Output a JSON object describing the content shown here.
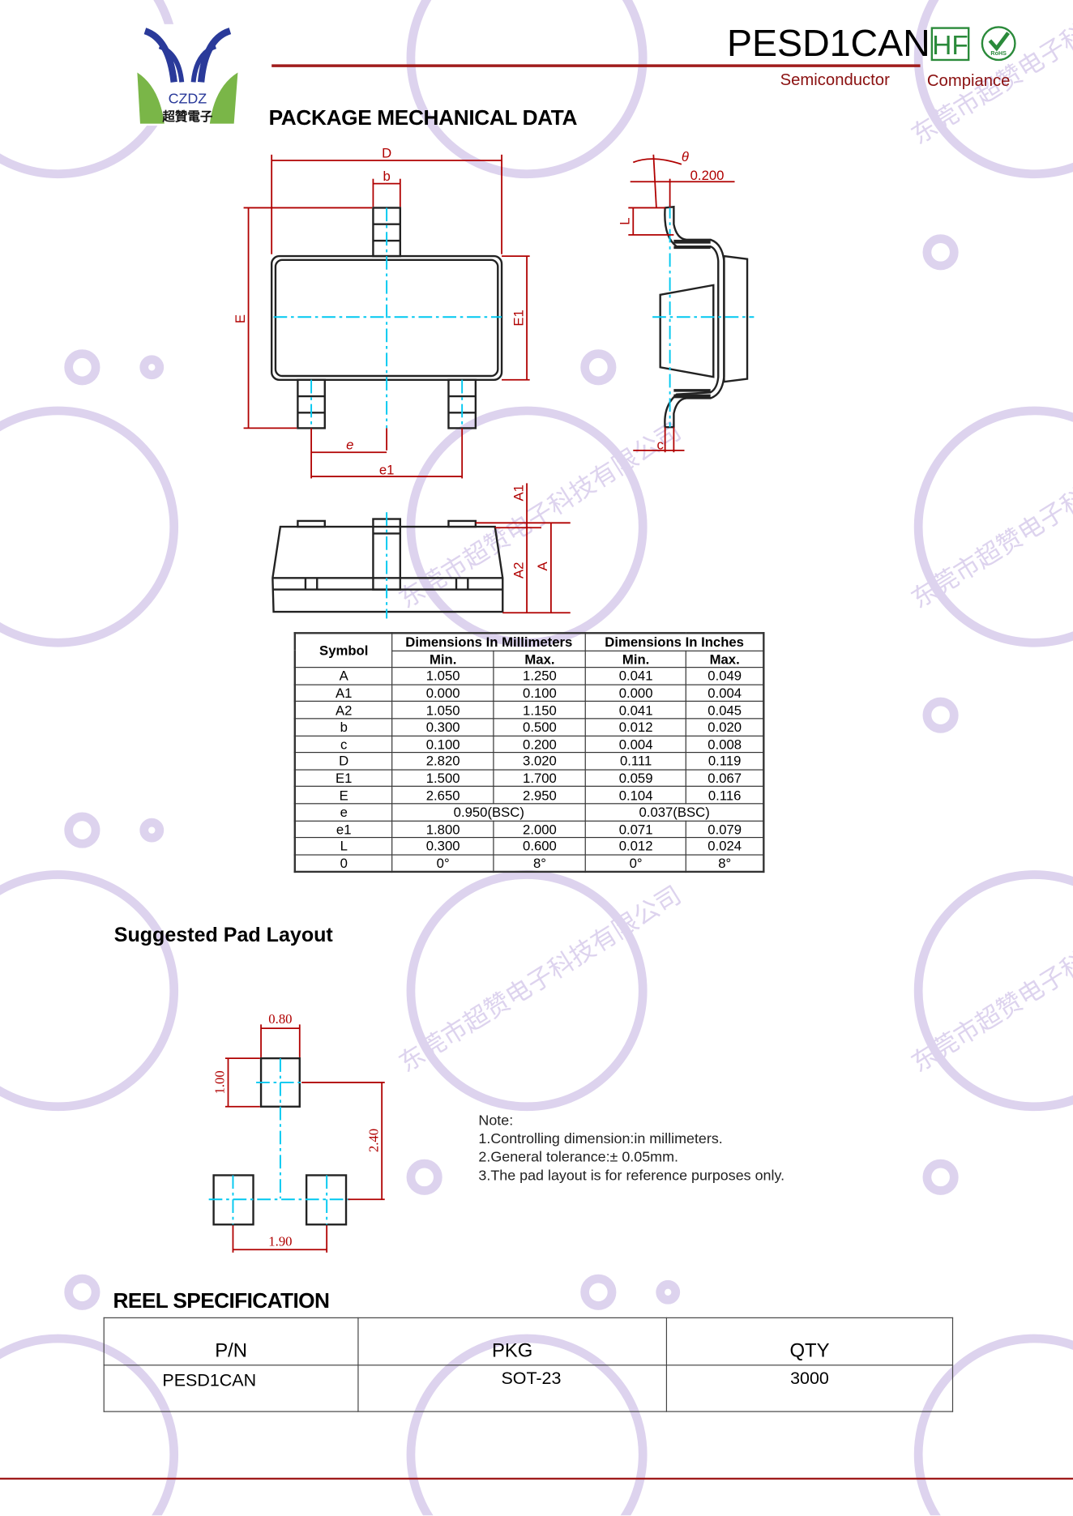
{
  "header": {
    "part_number": "PESD1CAN",
    "subtitle_left": "Semiconductor",
    "subtitle_right": "Compiance",
    "hf_badge": "HF",
    "rohs_badge": "RoHS",
    "logo_text": "CZDZ",
    "logo_cn": "超贊電子",
    "accent_color": "#a01c1c"
  },
  "watermark": "东莞市超赞电子科技有限公司",
  "package": {
    "title": "PACKAGE MECHANICAL DATA",
    "labels": {
      "D": "D",
      "b": "b",
      "E": "E",
      "E1": "E1",
      "e": "e",
      "e1": "e1",
      "theta": "θ",
      "lead_dim": "0.200",
      "L": "L",
      "c": "c",
      "A1": "A1",
      "A2": "A2",
      "A": "A"
    }
  },
  "dimensions_table": {
    "symbol_header": "Symbol",
    "mm_header": "Dimensions In Millimeters",
    "in_header": "Dimensions In Inches",
    "min": "Min.",
    "max": "Max.",
    "rows": [
      [
        "A",
        "1.050",
        "1.250",
        "0.041",
        "0.049"
      ],
      [
        "A1",
        "0.000",
        "0.100",
        "0.000",
        "0.004"
      ],
      [
        "A2",
        "1.050",
        "1.150",
        "0.041",
        "0.045"
      ],
      [
        "b",
        "0.300",
        "0.500",
        "0.012",
        "0.020"
      ],
      [
        "c",
        "0.100",
        "0.200",
        "0.004",
        "0.008"
      ],
      [
        "D",
        "2.820",
        "3.020",
        "0.111",
        "0.119"
      ],
      [
        "E1",
        "1.500",
        "1.700",
        "0.059",
        "0.067"
      ],
      [
        "E",
        "2.650",
        "2.950",
        "0.104",
        "0.116"
      ],
      [
        "e",
        "0.950(BSC)",
        "0.037(BSC)"
      ],
      [
        "e1",
        "1.800",
        "2.000",
        "0.071",
        "0.079"
      ],
      [
        "L",
        "0.300",
        "0.600",
        "0.012",
        "0.024"
      ],
      [
        "0",
        "0°",
        "8°",
        "0°",
        "8°"
      ]
    ]
  },
  "pad_layout": {
    "title": "Suggested Pad Layout",
    "dims": {
      "width": "0.80",
      "height": "1.00",
      "pitch_v": "2.40",
      "pitch_h": "1.90"
    },
    "notes": [
      "Note:",
      "1.Controlling dimension:in  millimeters.",
      "2.General tolerance:± 0.05mm.",
      "3.The pad layout is for reference purposes only."
    ]
  },
  "reel": {
    "title": "REEL SPECIFICATION",
    "headers": [
      "P/N",
      "PKG",
      "QTY"
    ],
    "row": [
      "PESD1CAN",
      "SOT-23",
      "3000"
    ]
  }
}
